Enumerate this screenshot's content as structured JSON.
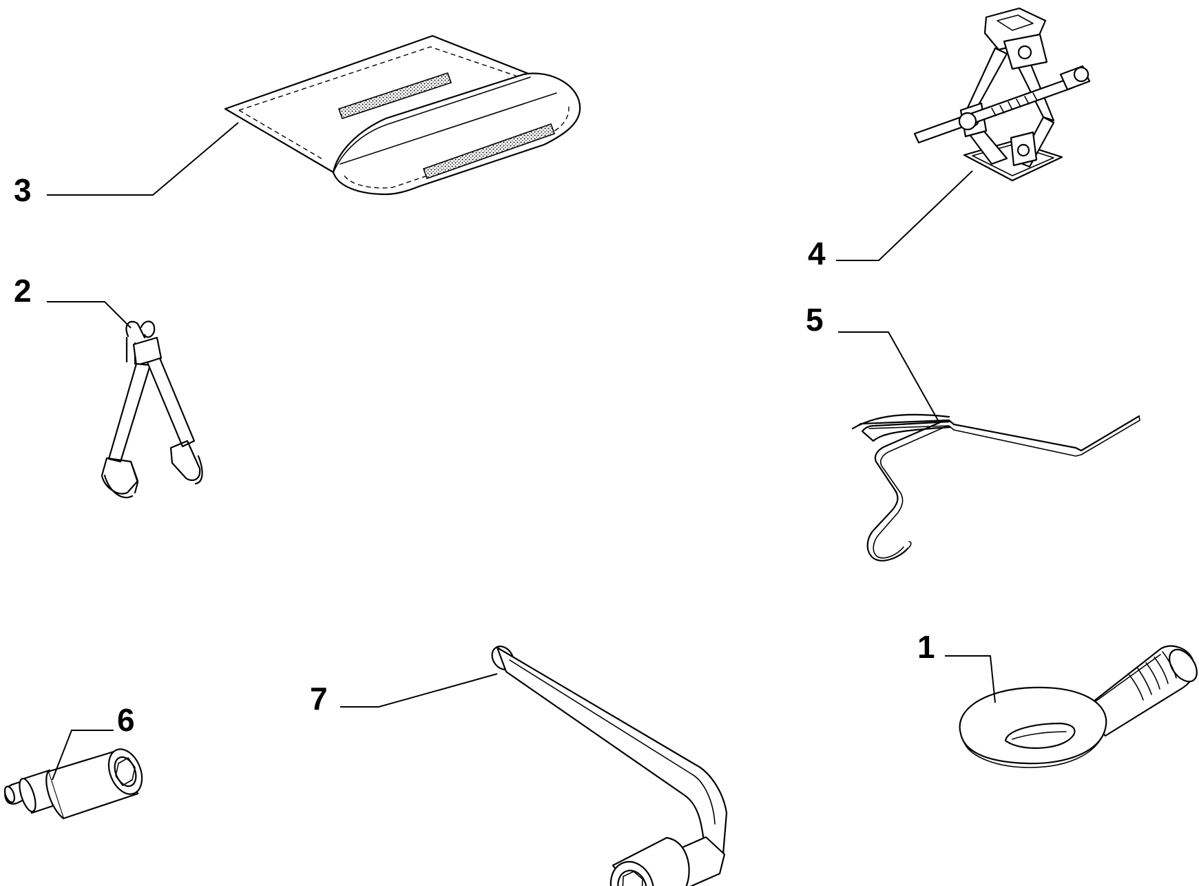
{
  "callouts": {
    "c1": "1",
    "c2": "2",
    "c3": "3",
    "c4": "4",
    "c5": "5",
    "c6": "6",
    "c7": "7"
  },
  "parts": [
    {
      "callout": "1",
      "icon": "towing-eye-icon"
    },
    {
      "callout": "2",
      "icon": "hook-clip-icon"
    },
    {
      "callout": "3",
      "icon": "tool-bag-icon"
    },
    {
      "callout": "4",
      "icon": "scissor-jack-icon"
    },
    {
      "callout": "5",
      "icon": "jack-crank-hook-icon"
    },
    {
      "callout": "6",
      "icon": "socket-adapter-icon"
    },
    {
      "callout": "7",
      "icon": "wheel-wrench-icon"
    }
  ],
  "colors": {
    "line": "#000000",
    "background": "#ffffff"
  }
}
